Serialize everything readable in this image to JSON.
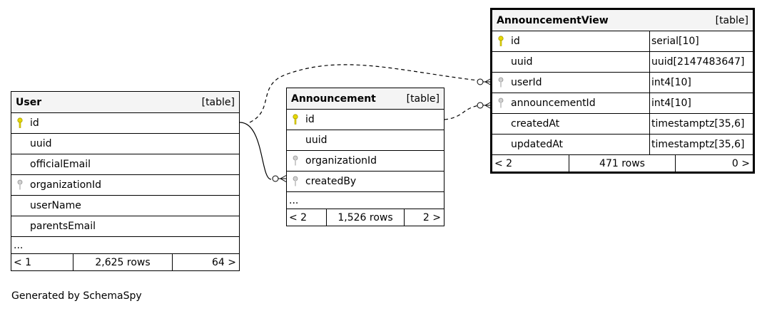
{
  "tables": {
    "user": {
      "name": "User",
      "kind": "[table]",
      "columns": [
        {
          "name": "id",
          "key": "primary-key-icon"
        },
        {
          "name": "uuid",
          "key": ""
        },
        {
          "name": "officialEmail",
          "key": ""
        },
        {
          "name": "organizationId",
          "key": "foreign-key-icon"
        },
        {
          "name": "userName",
          "key": ""
        },
        {
          "name": "parentsEmail",
          "key": ""
        }
      ],
      "more": "...",
      "footer": {
        "left": "< 1",
        "rows": "2,625 rows",
        "right": "64 >"
      }
    },
    "announcement": {
      "name": "Announcement",
      "kind": "[table]",
      "columns": [
        {
          "name": "id",
          "key": "primary-key-icon"
        },
        {
          "name": "uuid",
          "key": ""
        },
        {
          "name": "organizationId",
          "key": "foreign-key-icon"
        },
        {
          "name": "createdBy",
          "key": "foreign-key-icon"
        }
      ],
      "more": "...",
      "footer": {
        "left": "< 2",
        "rows": "1,526 rows",
        "right": "2 >"
      }
    },
    "announcementView": {
      "name": "AnnouncementView",
      "kind": "[table]",
      "columns": [
        {
          "name": "id",
          "type": "serial[10]",
          "key": "primary-key-icon"
        },
        {
          "name": "uuid",
          "type": "uuid[2147483647]",
          "key": ""
        },
        {
          "name": "userId",
          "type": "int4[10]",
          "key": "foreign-key-icon"
        },
        {
          "name": "announcementId",
          "type": "int4[10]",
          "key": "foreign-key-icon"
        },
        {
          "name": "createdAt",
          "type": "timestamptz[35,6]",
          "key": ""
        },
        {
          "name": "updatedAt",
          "type": "timestamptz[35,6]",
          "key": ""
        }
      ],
      "footer": {
        "left": "< 2",
        "rows": "471 rows",
        "right": "0 >"
      }
    }
  },
  "generated_by": "Generated by SchemaSpy",
  "colors": {
    "primary_key": "#e6d800",
    "foreign_key": "#b0b0b0",
    "header_bg": "#f4f4f4"
  }
}
